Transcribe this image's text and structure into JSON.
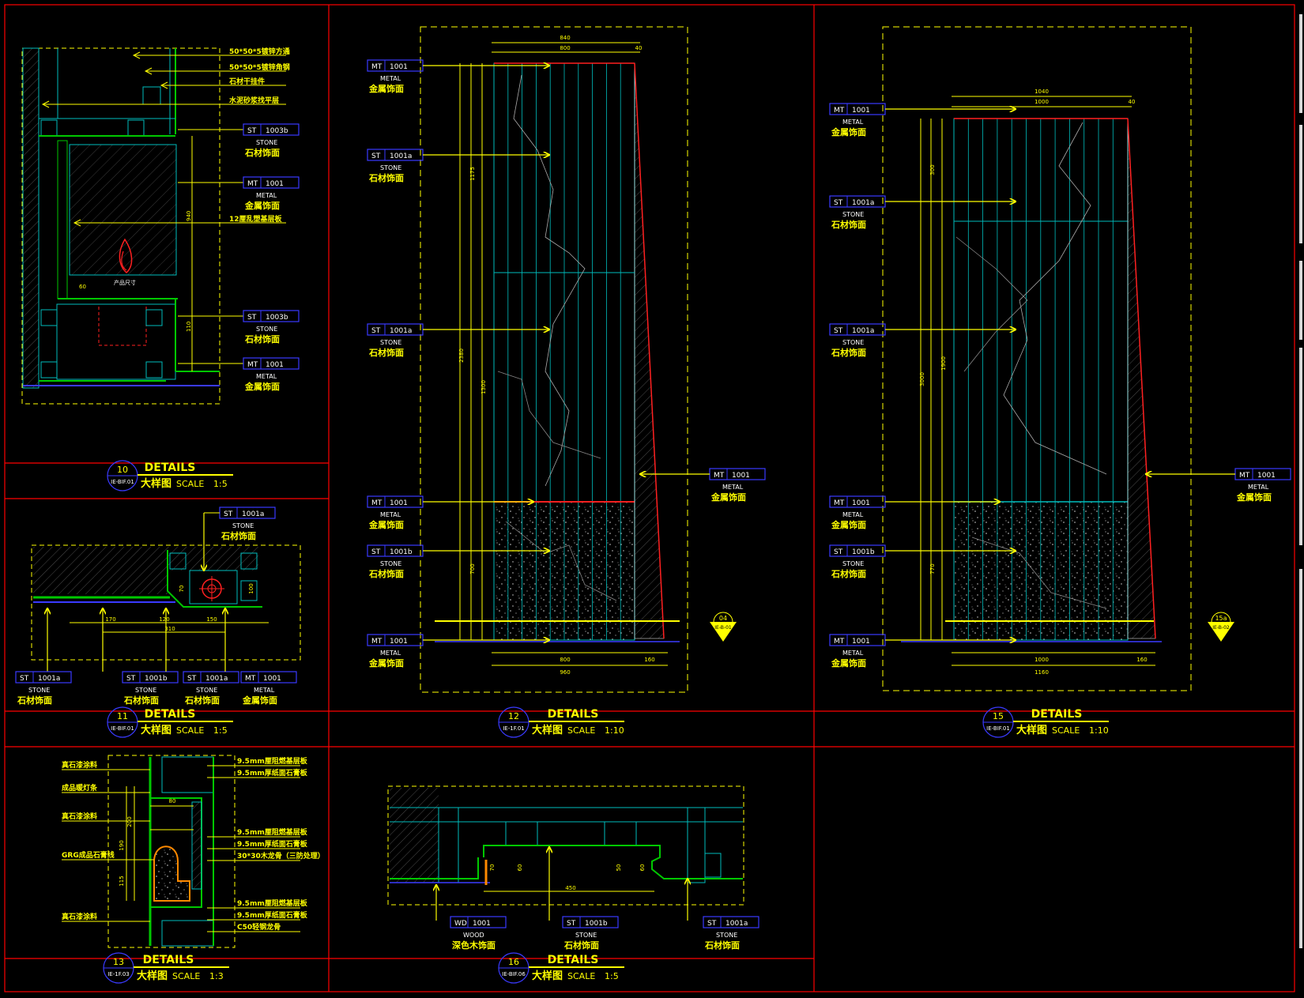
{
  "colors": {
    "bg": "#000000",
    "frame": "#ff0000",
    "yellow": "#ffff00",
    "cyan": "#00bcbc",
    "white": "#ffffff",
    "blue": "#3a3aff",
    "green": "#00c800",
    "red": "#ff2020"
  },
  "callout": {
    "metal_en": "METAL",
    "metal_cn": "金属饰面",
    "metal_code": "MT",
    "metal_no": "1001",
    "stone_en": "STONE",
    "stone_cn": "石材饰面",
    "st_code": "ST",
    "st_1001a": "1001a",
    "st_1001b": "1001b",
    "st_1003b": "1003b",
    "wood_en": "WOOD",
    "wood_cn": "深色木饰面",
    "wd_code": "WD",
    "wd_no": "1001"
  },
  "titles": {
    "details": "DETAILS",
    "subtitle": "大样图",
    "scale_prefix": "SCALE",
    "t10": {
      "num": "10",
      "ref": "IE-BIF.01",
      "scale": "1:5"
    },
    "t11": {
      "num": "11",
      "ref": "IE-BIF.01",
      "scale": "1:5"
    },
    "t12": {
      "num": "12",
      "ref": "IE-1F.01",
      "scale": "1:10"
    },
    "t15": {
      "num": "15",
      "ref": "IE-BIF.01",
      "scale": "1:10"
    },
    "t13": {
      "num": "13",
      "ref": "IE-1F.03",
      "scale": "1:3"
    },
    "t16": {
      "num": "16",
      "ref": "IE-BIF.06",
      "scale": "1:5"
    }
  },
  "notes10": [
    "50*50*5镀锌方通",
    "50*50*5镀锌角钢",
    "石材干挂件",
    "水泥砂浆找平层",
    "12厘乱塑基层板"
  ],
  "notes13": [
    "真石漆涂料",
    "成品暖灯条",
    "真石漆涂料",
    "GRG成品石膏线",
    "真石漆涂料"
  ],
  "notes13r": [
    "9.5mm厘阻燃基层板",
    "9.5mm厚纸面石膏板",
    "9.5mm厘阻燃基层板",
    "9.5mm厚纸面石膏板",
    "30*30木龙骨（三防处理）",
    "9.5mm厘阻燃基层板",
    "9.5mm厚纸面石膏板",
    "C50轻钢龙骨"
  ],
  "section_marks": {
    "d12": {
      "top": "04",
      "bot": "IE-B-01"
    },
    "d15": {
      "top": "15a",
      "bot": "IE-B-02"
    }
  },
  "fire_label": "产品尺寸",
  "dims": {
    "d12_top": [
      "840",
      "800",
      "40"
    ],
    "d12_bot": [
      "800",
      "960",
      "160"
    ],
    "d12_v": [
      "1175",
      "1300",
      "2380",
      "700"
    ],
    "d15_top": [
      "1040",
      "1000",
      "40"
    ],
    "d15_bot": [
      "1000",
      "1160",
      "160"
    ],
    "d15_v": [
      "300",
      "1900",
      "3000",
      "770"
    ],
    "d11": [
      "170",
      "120",
      "150",
      "310",
      "70",
      "100"
    ],
    "d16": [
      "450",
      "70",
      "60",
      "50",
      "60"
    ],
    "d13": [
      "80",
      "190",
      "115",
      "200"
    ],
    "d10": [
      "60",
      "940",
      "110"
    ]
  }
}
